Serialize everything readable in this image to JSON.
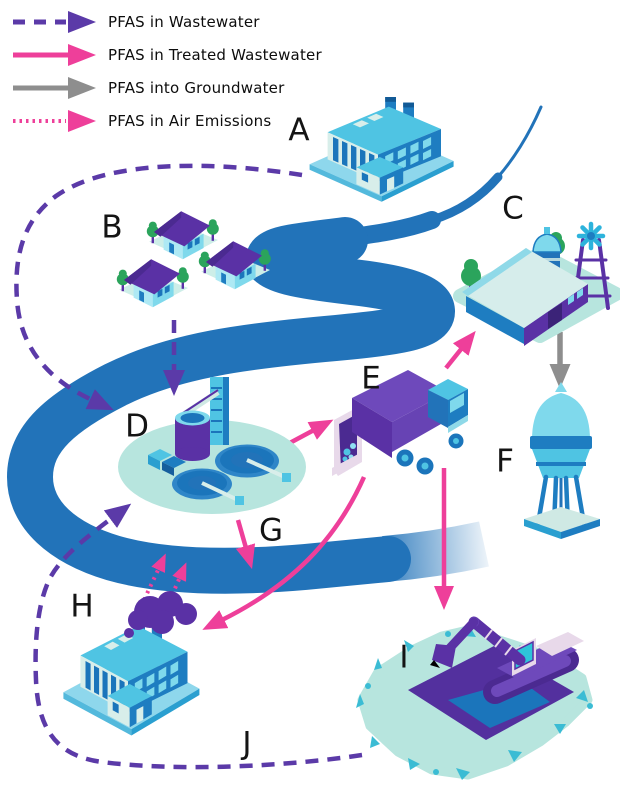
{
  "legend": {
    "items": [
      {
        "label": "PFAS in Wastewater",
        "line_style": "dashed",
        "color": "#5b3aa8"
      },
      {
        "label": "PFAS in Treated Wastewater",
        "line_style": "solid",
        "color": "#ee3f9a"
      },
      {
        "label": "PFAS into Groundwater",
        "line_style": "solid",
        "color": "#8e8e8e"
      },
      {
        "label": "PFAS in Air Emissions",
        "line_style": "dotted",
        "color": "#ee3f9a"
      }
    ]
  },
  "markers": [
    {
      "letter": "A",
      "icon": "factory-icon"
    },
    {
      "letter": "B",
      "icon": "houses-icon"
    },
    {
      "letter": "C",
      "icon": "farm-icon"
    },
    {
      "letter": "D",
      "icon": "wastewater-treatment-plant-icon"
    },
    {
      "letter": "E",
      "icon": "garbage-truck-icon"
    },
    {
      "letter": "F",
      "icon": "water-tower-icon"
    },
    {
      "letter": "G",
      "icon": "river-icon"
    },
    {
      "letter": "H",
      "icon": "incinerator-factory-icon"
    },
    {
      "letter": "I",
      "icon": "landfill-excavator-icon"
    },
    {
      "letter": "J",
      "icon": "leachate-dashed-path-icon"
    }
  ],
  "colors": {
    "wastewater_purple": "#5b3aa8",
    "treated_pink": "#ee3f9a",
    "groundwater_gray": "#8e8e8e",
    "air_emissions_pink": "#ee3f9a",
    "river_blue": "#2273b9"
  }
}
